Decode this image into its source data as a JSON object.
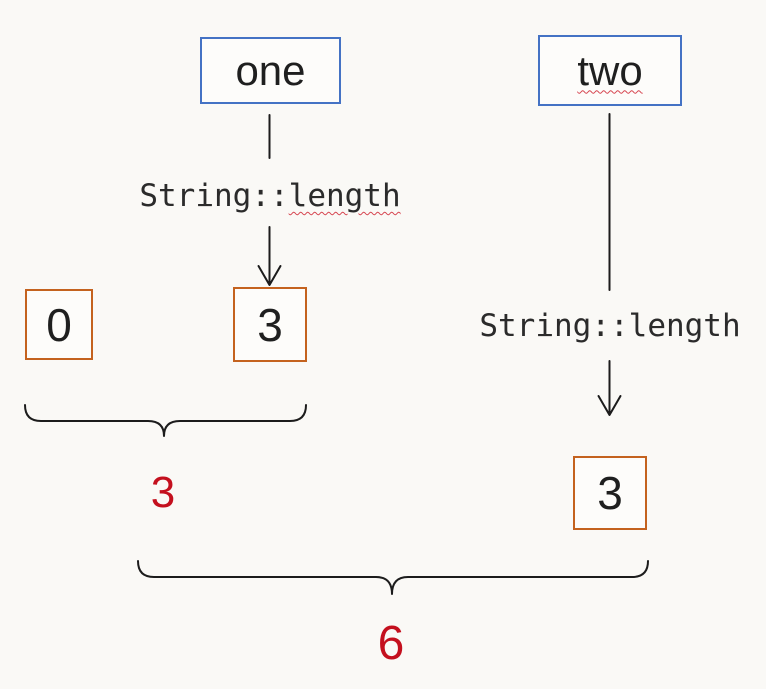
{
  "diagram": {
    "colors": {
      "background": "#faf9f6",
      "string_box_border": "#4472c4",
      "value_box_border": "#c4621e",
      "result_text": "#c4101e",
      "connector": "#1c1c1c",
      "squiggle": "#d64550"
    },
    "string_boxes": {
      "one": {
        "label": "one"
      },
      "two": {
        "label": "two"
      }
    },
    "function_labels": {
      "left": {
        "prefix": "String::",
        "underlined": "length"
      },
      "right": {
        "text": "String::length"
      }
    },
    "value_boxes": {
      "accumulator_initial": {
        "value": "0"
      },
      "left_mapped": {
        "value": "3"
      },
      "right_mapped": {
        "value": "3"
      }
    },
    "results": {
      "intermediate": {
        "value": "3"
      },
      "final": {
        "value": "6"
      }
    }
  }
}
